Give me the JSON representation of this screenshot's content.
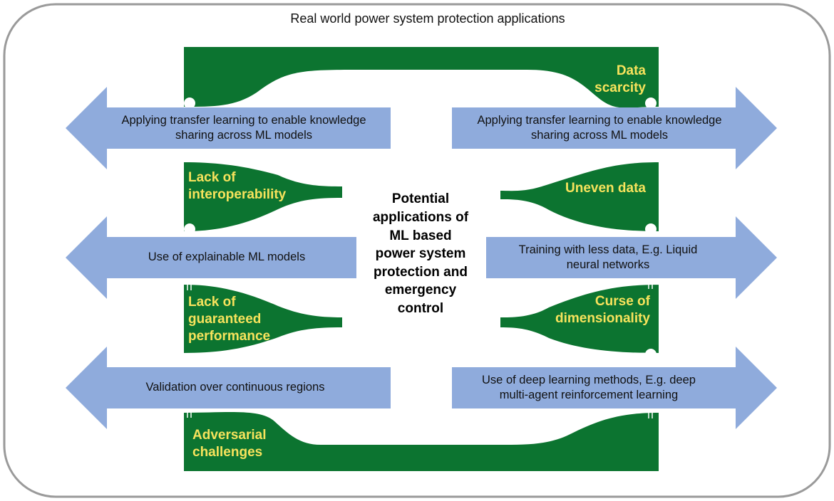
{
  "title": "Real world power system protection applications",
  "center_text": "Potential\napplications of\nML based\npower system\nprotection and\nemergency\ncontrol",
  "challenges": {
    "data_scarcity": "Data\nscarcity",
    "lack_of_interoperability": "Lack of\ninteroperability",
    "uneven_data": "Uneven data",
    "lack_of_guaranteed_performance": "Lack of\nguaranteed\nperformance",
    "curse_of_dimensionality": "Curse of\ndimensionality",
    "adversarial_challenges": "Adversarial\nchallenges"
  },
  "arrows": {
    "left_1": "Applying transfer learning to enable knowledge\nsharing across ML models",
    "left_2": "Use of explainable ML models",
    "left_3": "Validation over continuous regions",
    "right_1": "Applying transfer learning to enable knowledge\nsharing across ML models",
    "right_2": "Training with less data, E.g. Liquid\nneural networks",
    "right_3": "Use of deep learning methods, E.g. deep\nmulti-agent reinforcement learning"
  },
  "colors": {
    "frame_border": "#9a9a9a",
    "green": "#0c7430",
    "arrow_fill": "#8fabdc",
    "challenge_text": "#f7e35c"
  }
}
